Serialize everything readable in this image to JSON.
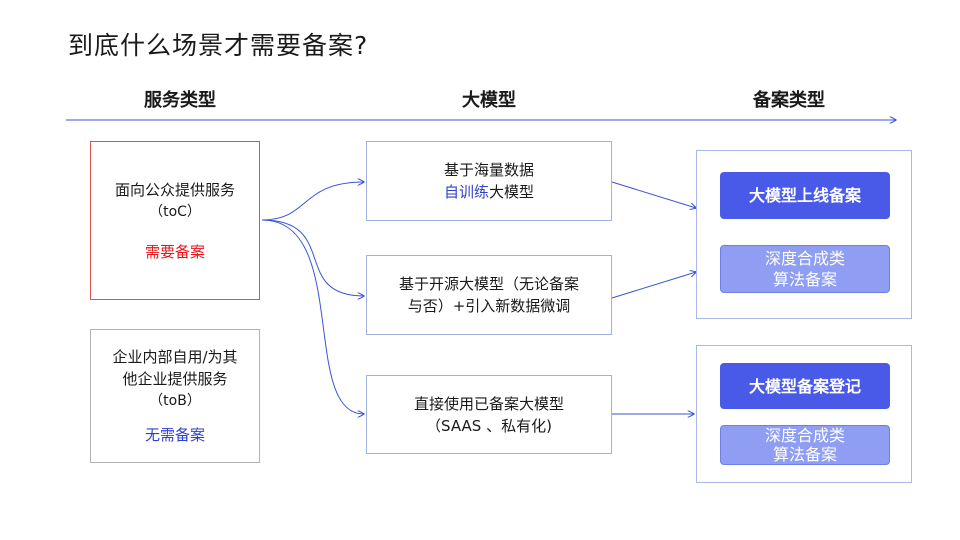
{
  "title": "到底什么场景才需要备案?",
  "columns": {
    "service_type": "服务类型",
    "model": "大模型",
    "filing_type": "备案类型"
  },
  "service": {
    "toc": {
      "line1": "面向公众提供服务",
      "line2": "（toC）",
      "status": "需要备案"
    },
    "tob": {
      "line1": "企业内部自用/为其",
      "line2": "他企业提供服务",
      "line3": "（toB）",
      "status": "无需备案"
    }
  },
  "models": {
    "m1": {
      "line1": "基于海量数据",
      "line2_highlight": "自训练",
      "line2_rest": "大模型"
    },
    "m2": {
      "line1": "基于开源大模型（无论备案",
      "line2": "与否）+引入新数据微调"
    },
    "m3": {
      "line1": "直接使用已备案大模型",
      "line2": "（SAAS 、私有化)"
    }
  },
  "filing": {
    "group1": {
      "primary": "大模型上线备案",
      "secondary_line1": "深度合成类",
      "secondary_line2": "算法备案"
    },
    "group2": {
      "primary": "大模型备案登记",
      "secondary_line1": "深度合成类",
      "secondary_line2": "算法备案"
    }
  },
  "colors": {
    "accent_blue": "#4a5ae8",
    "light_blue": "#8f9ef2",
    "required_red": "#e8161b",
    "not_required_blue": "#2f3fd0",
    "arrow": "#3a55d6"
  }
}
